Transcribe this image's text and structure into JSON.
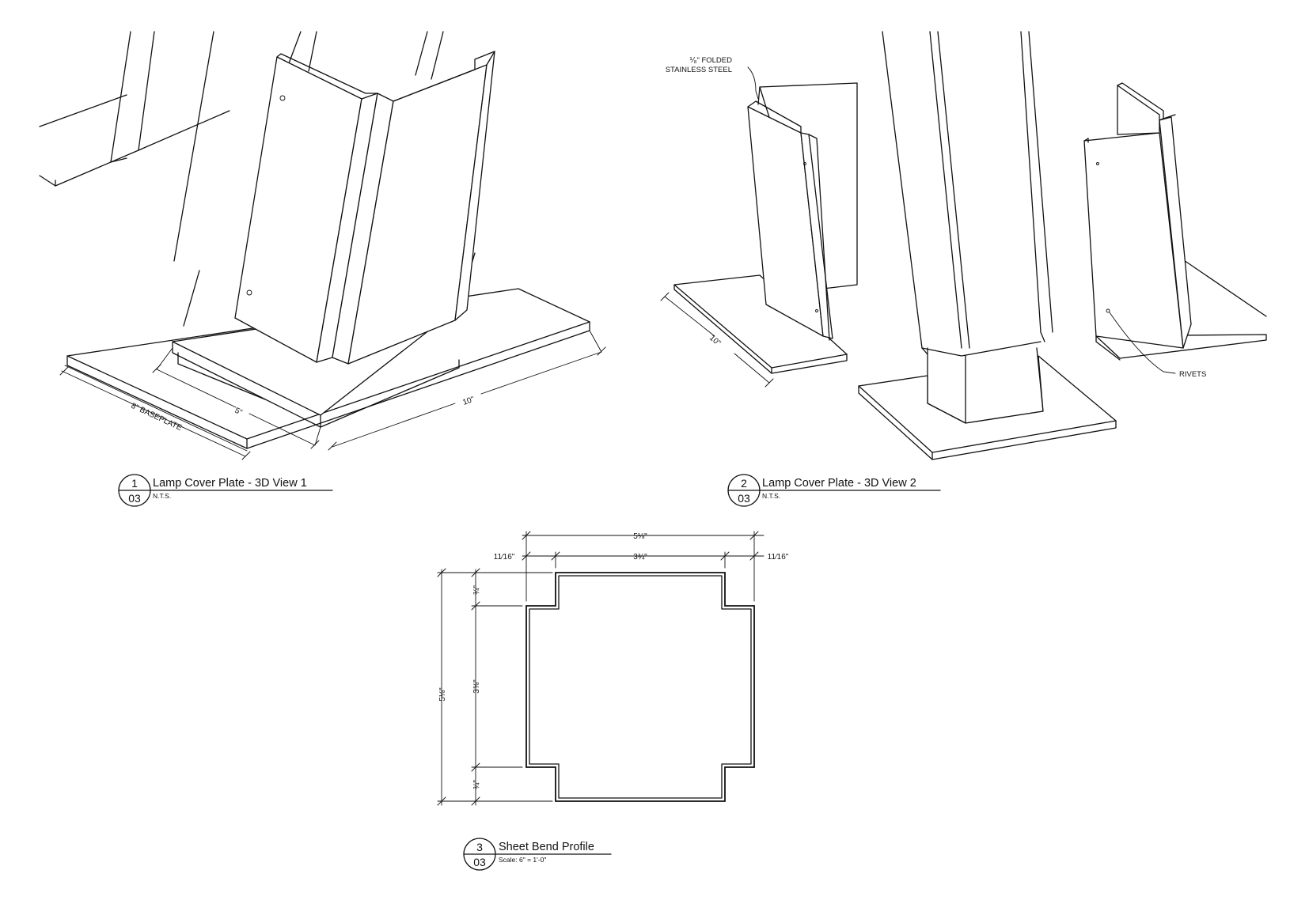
{
  "views": [
    {
      "number": "1",
      "sheet": "03",
      "title": "Lamp Cover Plate - 3D View 1",
      "scale": "N.T.S."
    },
    {
      "number": "2",
      "sheet": "03",
      "title": "Lamp Cover Plate - 3D View 2",
      "scale": "N.T.S."
    },
    {
      "number": "3",
      "sheet": "03",
      "title": "Sheet Bend Profile",
      "scale": "Scale: 6\" = 1'-0\""
    }
  ],
  "view1_dims": {
    "baseplate": "8\" BASEPLATE",
    "five": "5\"",
    "ten": "10\""
  },
  "view2_notes": {
    "folded_line1": "⅟₈\" FOLDED",
    "folded_line2": "STAINLESS STEEL",
    "rivets": "RIVETS",
    "ten": "10\""
  },
  "profile_dims": {
    "overall_width": "5⅛\"",
    "left_flange": "11⁄16\"",
    "center_width": "3¾\"",
    "right_flange": "11⁄16\"",
    "overall_height": "5⅛\"",
    "top_notch": "¾\"",
    "center_height": "3⅝\"",
    "bottom_notch": "¾\""
  }
}
